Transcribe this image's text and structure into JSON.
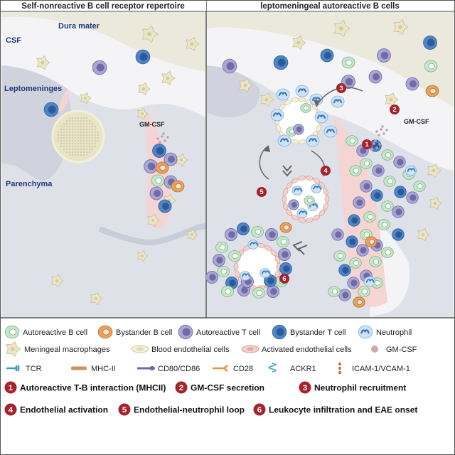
{
  "panels": {
    "left_title": "Self-nonreactive B cell receptor repertoire",
    "right_title": "leptomeningeal autoreactive B cells"
  },
  "regions": {
    "dura": "Dura mater",
    "csf": "CSF",
    "lepto": "Leptomeninges",
    "parenchyma": "Parenchyma",
    "gmcsf_left": "GM-CSF",
    "gmcsf_right": "GM-CSF"
  },
  "steps_on_diagram": [
    "1",
    "2",
    "3",
    "4",
    "5",
    "6"
  ],
  "legend": {
    "cells": [
      {
        "label": "Autoreactive B cell",
        "icon": "autoreactive-b-cell-icon"
      },
      {
        "label": "Bystander B cell",
        "icon": "bystander-b-cell-icon"
      },
      {
        "label": "Autoreactive T cell",
        "icon": "autoreactive-t-cell-icon"
      },
      {
        "label": "Bystander T cell",
        "icon": "bystander-t-cell-icon"
      },
      {
        "label": "Neutrophil",
        "icon": "neutrophil-icon"
      },
      {
        "label": "Meningeal macrophages",
        "icon": "macrophage-icon"
      },
      {
        "label": "Blood endothelial cells",
        "icon": "endothelial-cell-icon"
      },
      {
        "label": "Activated endothelial cells",
        "icon": "activated-endothelial-icon"
      },
      {
        "label": "GM-CSF",
        "icon": "gmcsf-dots-icon"
      }
    ],
    "molecules": [
      {
        "label": "TCR",
        "icon": "tcr-icon"
      },
      {
        "label": "MHC-II",
        "icon": "mhc-ii-icon"
      },
      {
        "label": "CD80/CD86",
        "icon": "cd80-cd86-icon"
      },
      {
        "label": "CD28",
        "icon": "cd28-icon"
      },
      {
        "label": "ACKR1",
        "icon": "ackr1-icon"
      },
      {
        "label": "ICAM-1/VCAM-1",
        "icon": "icam-vcam-icon"
      }
    ],
    "steps": [
      {
        "num": "1",
        "label": "Autoreactive T-B interaction (MHCII)"
      },
      {
        "num": "2",
        "label": "GM-CSF secretion"
      },
      {
        "num": "3",
        "label": "Neutrophil recruitment"
      },
      {
        "num": "4",
        "label": "Endothelial activation"
      },
      {
        "num": "5",
        "label": "Endothelial-neutrophil loop"
      },
      {
        "num": "6",
        "label": "Leukocyte infiltration and EAE onset"
      }
    ]
  },
  "colors": {
    "dura": "#ebe9dc",
    "csf": "#f4f4f6",
    "parenchyma": "#dfe1e9",
    "pia": "#f4d5d3",
    "autoB": "#c5e6c9",
    "bystB": "#e8a15f",
    "autoT": "#a9a7d2",
    "bystT": "#4f85c6",
    "neutro": "#78aee0",
    "step_red": "#a8212b"
  }
}
